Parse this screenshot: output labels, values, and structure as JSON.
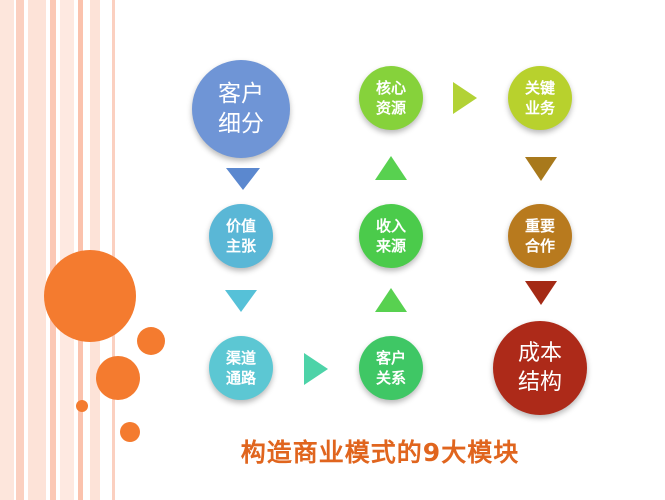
{
  "title": "构造商业模式的9大模块",
  "colors": {
    "title": "#e0651e",
    "stripe_light": "#fde3d8",
    "stripe_mid": "#fbc2ad",
    "deco_orange": "#f47b2f",
    "customer_segments": "#6f95d6",
    "value_proposition": "#5ab7d6",
    "channels": "#5cc7d3",
    "customer_relationships": "#3fc765",
    "revenue_streams": "#4bcb4b",
    "key_resources": "#86d23b",
    "key_activities": "#b8d12d",
    "key_partners": "#b87a1e",
    "cost_structure": "#ad2a19",
    "arrow_blue": "#5b88cf",
    "arrow_cyan": "#56c1d8",
    "arrow_teal": "#4dd3a8",
    "arrow_green": "#58d150",
    "arrow_lime": "#b2d235",
    "arrow_brown": "#a8791c",
    "arrow_red": "#a42a15"
  },
  "nodes": {
    "customer_segments": "客户\n细分",
    "value_proposition": "价值\n主张",
    "channels": "渠道\n通路",
    "customer_relationships": "客户\n关系",
    "revenue_streams": "收入\n来源",
    "key_resources": "核心\n资源",
    "key_activities": "关键\n业务",
    "key_partners": "重要\n合作",
    "cost_structure": "成本\n结构"
  }
}
